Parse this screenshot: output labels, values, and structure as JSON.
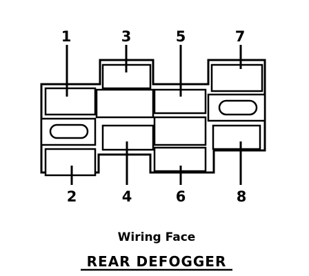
{
  "pins": [
    "1",
    "2",
    "3",
    "4",
    "5",
    "6",
    "7",
    "8"
  ],
  "caption": "Wiring Face",
  "title": "REAR DEFOGGER"
}
